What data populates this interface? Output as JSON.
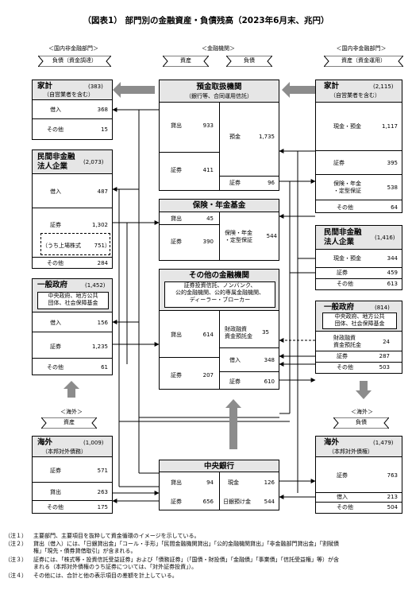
{
  "title": "（図表1） 部門別の金融資産・負債残高（2023年6月末、兆円）",
  "sections": {
    "domestic_nonfin_left": "＜国内非金融部門＞",
    "financial_institutions": "＜金融機関＞",
    "domestic_nonfin_right": "＜国内非金融部門＞",
    "overseas_left": "＜海外＞",
    "overseas_right": "＜海外＞"
  },
  "ribbons": {
    "left": "負債（資金調達）",
    "center_assets": "資産",
    "center_liabilities": "負債",
    "right": "資産（資金運用）",
    "overseas_left": "資産",
    "overseas_right": "負債"
  },
  "left": {
    "household": {
      "name": "家計",
      "total": "(383)",
      "sub": "（自営業者を含む）",
      "rows": [
        {
          "label": "借入",
          "value": "368"
        },
        {
          "label": "その他",
          "value": "15"
        }
      ]
    },
    "corp": {
      "name1": "民間非金融",
      "name2": "法人企業",
      "total": "(2,073)",
      "rows": [
        {
          "label": "借入",
          "value": "487"
        },
        {
          "label": "証券",
          "value": "1,302"
        },
        {
          "label": "（うち上場株式",
          "value": "751）"
        },
        {
          "label": "その他",
          "value": "284"
        }
      ]
    },
    "gov": {
      "name": "一般政府",
      "total": "(1,452)",
      "sub1": "中央政府、地方公共",
      "sub2": "団体、社会保障基金",
      "rows": [
        {
          "label": "借入",
          "value": "156"
        },
        {
          "label": "証券",
          "value": "1,235"
        },
        {
          "label": "その他",
          "value": "61"
        }
      ]
    }
  },
  "center": {
    "deposit": {
      "name": "預金取扱機関",
      "sub": "（銀行等、合同運用信託）",
      "assets": [
        {
          "label": "貸出",
          "value": "933"
        },
        {
          "label": "証券",
          "value": "411"
        }
      ],
      "liabilities": [
        {
          "label": "預金",
          "value": "1,735"
        },
        {
          "label": "証券",
          "value": "96"
        }
      ]
    },
    "insurance": {
      "name": "保険・年金基金",
      "assets": [
        {
          "label": "貸出",
          "value": "45"
        },
        {
          "label": "証券",
          "value": "390"
        }
      ],
      "liab_label1": "保険・年金",
      "liab_label2": "・定型保証",
      "liab_value": "544"
    },
    "other": {
      "name": "その他の金融機関",
      "sub1": "証券投資信託、ノンバンク、",
      "sub2": "公的金融機関、公的専属金融機関、",
      "sub3": "ディーラー・ブローカー",
      "assets": [
        {
          "label": "貸出",
          "value": "614"
        },
        {
          "label": "証券",
          "value": "207"
        }
      ],
      "zaito_label1": "財政融資",
      "zaito_label2": "資金預託金",
      "zaito_value": "35",
      "liabilities": [
        {
          "label": "借入",
          "value": "348"
        },
        {
          "label": "証券",
          "value": "610"
        }
      ]
    },
    "boj": {
      "name": "中央銀行",
      "assets": [
        {
          "label": "貸出",
          "value": "94"
        },
        {
          "label": "証券",
          "value": "656"
        }
      ],
      "liabilities": [
        {
          "label": "現金",
          "value": "126"
        },
        {
          "label": "日銀預け金",
          "value": "544"
        }
      ]
    }
  },
  "right": {
    "household": {
      "name": "家計",
      "total": "(2,115)",
      "sub": "（自営業者を含む）",
      "rows": [
        {
          "label": "現金・預金",
          "value": "1,117"
        },
        {
          "label": "証券",
          "value": "395"
        },
        {
          "label1": "保険・年金",
          "label2": "・定型保証",
          "value": "538"
        },
        {
          "label": "その他",
          "value": "64"
        }
      ]
    },
    "corp": {
      "name1": "民間非金融",
      "name2": "法人企業",
      "total": "(1,416)",
      "rows": [
        {
          "label": "現金・預金",
          "value": "344"
        },
        {
          "label": "証券",
          "value": "459"
        },
        {
          "label": "その他",
          "value": "613"
        }
      ]
    },
    "gov": {
      "name": "一般政府",
      "total": "(814)",
      "sub1": "中央政府、地方公共",
      "sub2": "団体、社会保障基金",
      "rows": [
        {
          "label1": "財政融資",
          "label2": "資金預託金",
          "value": "24"
        },
        {
          "label": "証券",
          "value": "287"
        },
        {
          "label": "その他",
          "value": "503"
        }
      ]
    }
  },
  "overseas_left": {
    "name": "海外",
    "total": "(1,009)",
    "sub": "（本邦対外債務）",
    "rows": [
      {
        "label": "証券",
        "value": "571"
      },
      {
        "label": "貸出",
        "value": "263"
      },
      {
        "label": "その他",
        "value": "175"
      }
    ]
  },
  "overseas_right": {
    "name": "海外",
    "total": "(1,479)",
    "sub": "（本邦対外債権）",
    "rows": [
      {
        "label": "証券",
        "value": "763"
      },
      {
        "label": "借入",
        "value": "213"
      },
      {
        "label": "その他",
        "value": "504"
      }
    ]
  },
  "notes": [
    {
      "no": "（注１）",
      "text": "主要部門、主要項目を抜粋して資金循環のイメージを示している。"
    },
    {
      "no": "（注２）",
      "text": "貸出（借入）には、「日銀貸出金」「コール・手形」「民間金融機関貸出」「公的金融機関貸出」「非金融部門貸出金」「割賦債"
    },
    {
      "no": "",
      "text": "権」「現先・債券貸借取引」が含まれる。"
    },
    {
      "no": "（注３）",
      "text": "証券には、「株式等・投資信託受益証券」および「債務証券」（「国債・財投債」「金融債」「事業債」「信託受益権」等）が含"
    },
    {
      "no": "",
      "text": "まれる（本邦対外債権のうち証券については、「対外証券投資」）。"
    },
    {
      "no": "（注４）",
      "text": "その他には、合計と他の表示項目の差額を計上している。"
    }
  ],
  "colors": {
    "header_gray": "#e6e6e6",
    "arrow_gray": "#8c8c8c"
  }
}
